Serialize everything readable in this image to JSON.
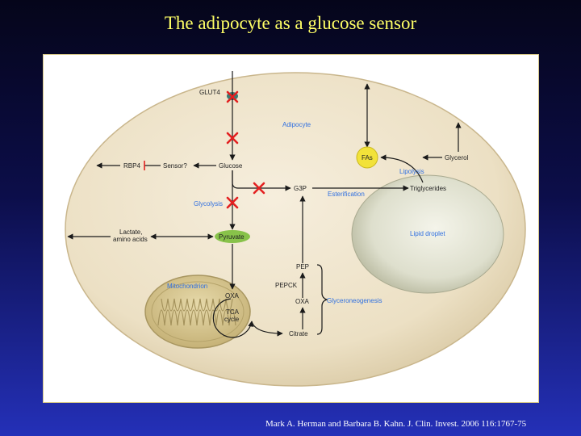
{
  "slide": {
    "title": "The adipocyte as a glucose sensor",
    "citation": "Mark A. Herman and Barbara B. Kahn. J. Clin. Invest. 2006 116:1767-75"
  },
  "diagram": {
    "cell_label": "Adipocyte",
    "lipid_droplet_label": "Lipid droplet",
    "mitochondrion_label": "Mitochondrion",
    "nodes": {
      "glut4": "GLUT4",
      "glucose": "Glucose",
      "sensor": "Sensor?",
      "rbp4": "RBP4",
      "g3p": "G3P",
      "glycolysis": "Glycolysis",
      "pyruvate": "Pyruvate",
      "lactate_line1": "Lactate,",
      "lactate_line2": "amino acids",
      "fas": "FAs",
      "glycerol": "Glycerol",
      "lipolysis": "Lipolysis",
      "esterification": "Esterification",
      "triglycerides": "Triglycerides",
      "pep": "PEP",
      "pepck": "PEPCK",
      "oxa_cyto": "OXA",
      "oxa_mito": "OXA",
      "tca_line1": "TCA",
      "tca_line2": "cycle",
      "citrate": "Citrate",
      "glyceroneogenesis": "Glyceroneogenesis"
    },
    "colors": {
      "cell_fill": "#efe4cc",
      "droplet_fill": "#e6e6d6",
      "mito_fill": "#d8c892",
      "pyruvate_fill": "#88c24a",
      "fas_fill": "#f2e23a",
      "block_mark": "#e32020",
      "blue_label": "#2f6fe0"
    }
  }
}
